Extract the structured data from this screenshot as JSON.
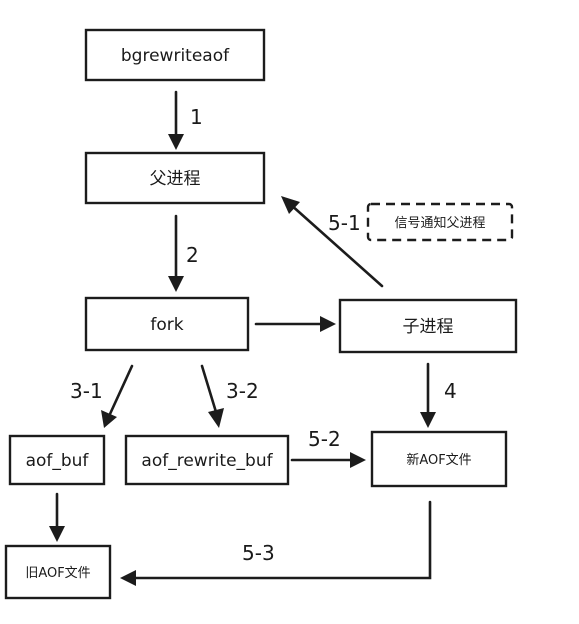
{
  "nodes": {
    "bgrewriteaof": "bgrewriteaof",
    "parent_process": "父进程",
    "fork": "fork",
    "child_process": "子进程",
    "signal_parent": "信号通知父进程",
    "aof_buf": "aof_buf",
    "aof_rewrite_buf": "aof_rewrite_buf",
    "new_aof_file": "新AOF文件",
    "old_aof_file": "旧AOF文件"
  },
  "edges": {
    "step_1": "1",
    "step_2": "2",
    "step_3_1": "3-1",
    "step_3_2": "3-2",
    "step_4": "4",
    "step_5_1": "5-1",
    "step_5_2": "5-2",
    "step_5_3": "5-3"
  }
}
